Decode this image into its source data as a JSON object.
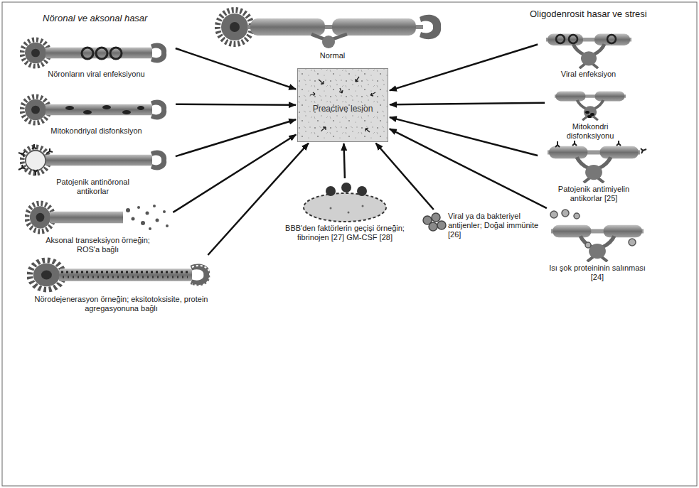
{
  "diagram": {
    "nodes": [
      {
        "text": [
          "Normal"
        ]
      },
      {
        "text": [
          "Preactive lesion"
        ]
      },
      {
        "text": [
          "Nöronların viral enfeksiyonu"
        ]
      },
      {
        "text": [
          "Mitokondriyal disfonksiyon"
        ]
      },
      {
        "text": [
          "Patojenik antinöronal antikorlar"
        ]
      },
      {
        "text": [
          "Aksonal transeksiyon örneğin; ROS'a bağlı"
        ]
      },
      {
        "text": [
          "Nörodejenerasyon örneğin; eksitotoksisite, protein agregasyonuna bağlı"
        ]
      },
      {
        "text": [
          "BBB'den faktörlerin geçişi örneğin; fibrinojen [27] GM-CSF [28]"
        ]
      },
      {
        "text": [
          "Viral ya da bakteriyel antijenler; Doğal immünite [26]"
        ]
      },
      {
        "text": [
          "Isı şok proteininin salınması [24]"
        ]
      },
      {
        "text": [
          "Patojenik antimiyelin antikorlar [25]"
        ]
      },
      {
        "text": [
          "Mitokondri disfonksiyonu"
        ]
      },
      {
        "text": [
          "Viral enfeksiyon"
        ]
      }
    ],
    "edges": [
      {
        "from": 2,
        "to": 1,
        "arrow": "to"
      },
      {
        "from": 3,
        "to": 1,
        "arrow": "to"
      },
      {
        "from": 4,
        "to": 1,
        "arrow": "to"
      },
      {
        "from": 5,
        "to": 1,
        "arrow": "to"
      },
      {
        "from": 6,
        "to": 1,
        "arrow": "to"
      },
      {
        "from": 7,
        "to": 1,
        "arrow": "to"
      },
      {
        "from": 8,
        "to": 1,
        "arrow": "to"
      },
      {
        "from": 9,
        "to": 1,
        "arrow": "to"
      },
      {
        "from": 10,
        "to": 1,
        "arrow": "to"
      },
      {
        "from": 11,
        "to": 1,
        "arrow": "to"
      },
      {
        "from": 12,
        "to": 1,
        "arrow": "to"
      }
    ],
    "labels": [
      "Nöronal ve aksonal hasar",
      "Oligodenrosit hasar ve stresi"
    ]
  }
}
